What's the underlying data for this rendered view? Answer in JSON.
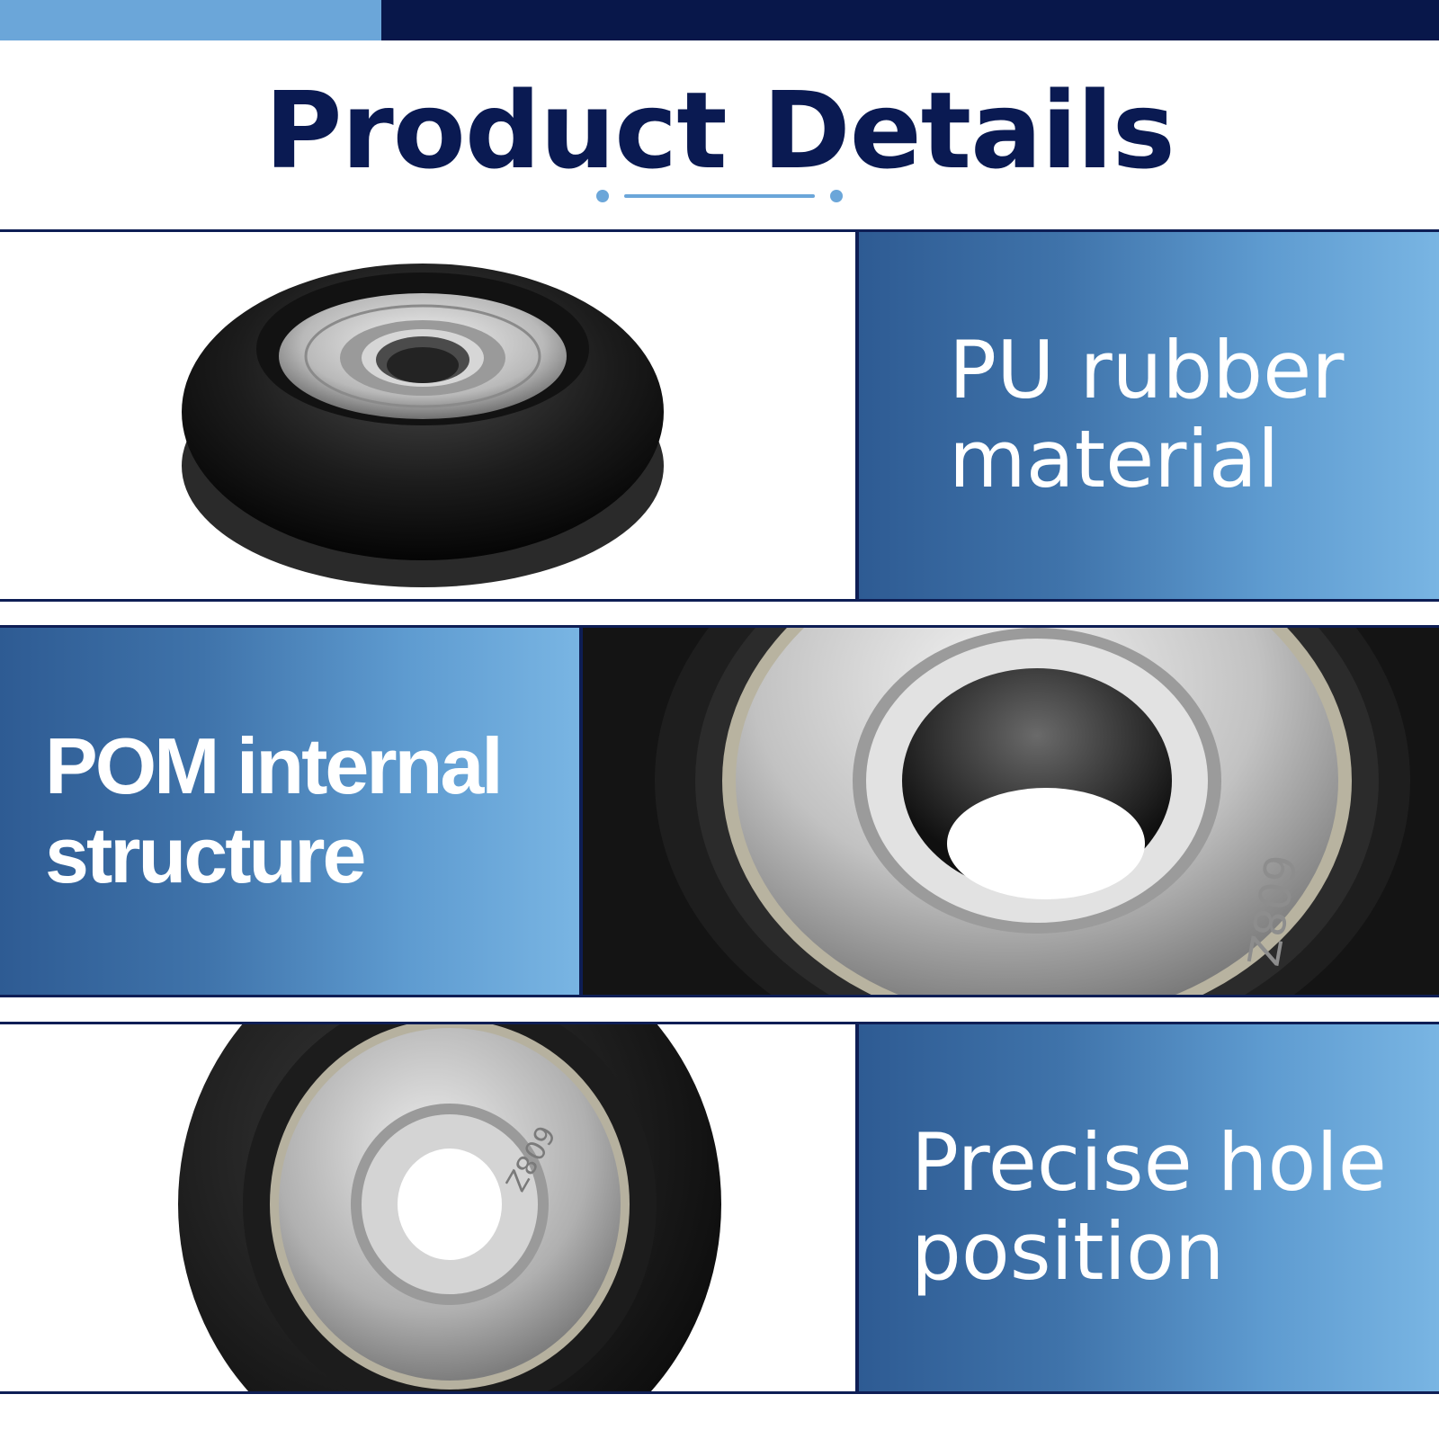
{
  "header": {
    "title": "Product Details"
  },
  "features": [
    {
      "line1": "PU rubber",
      "line2": "material"
    },
    {
      "line1": "POM internal",
      "line2": "structure"
    },
    {
      "line1": "Precise hole",
      "line2": "position"
    }
  ],
  "bearing_marking": "608Z",
  "colors": {
    "navy": "#0a1a52",
    "accent_light_blue": "#6ba6d9",
    "gradient_start": "#2e5b93",
    "gradient_end": "#79b5e3"
  }
}
